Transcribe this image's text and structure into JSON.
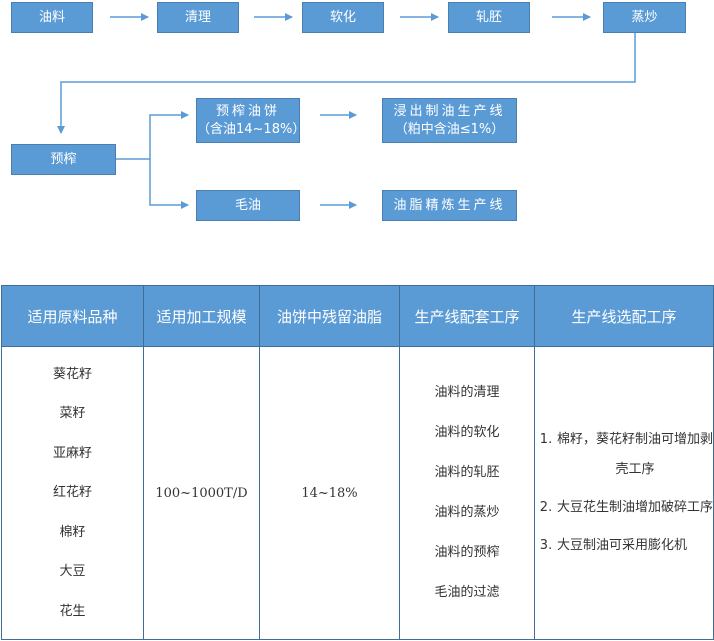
{
  "flow": {
    "top_row": [
      "油料",
      "清理",
      "软化",
      "轧胚",
      "蒸炒"
    ],
    "prepress": "预榨",
    "cake": {
      "line1": "预榨油饼",
      "line2": "（含油14~18%）"
    },
    "extraction": {
      "line1": "浸出制油生产线",
      "line2": "（粕中含油≤1%）"
    },
    "crude_oil": "毛油",
    "refining": "油脂精炼生产线"
  },
  "table": {
    "headers": [
      "适用原料品种",
      "适用加工规模",
      "油饼中残留油脂",
      "生产线配套工序",
      "生产线选配工序"
    ],
    "materials": [
      "葵花籽",
      "菜籽",
      "亚麻籽",
      "红花籽",
      "棉籽",
      "大豆",
      "花生"
    ],
    "scale": "100~1000T/D",
    "residual_oil": "14~18%",
    "processes": [
      "油料的清理",
      "油料的软化",
      "油料的轧胚",
      "油料的蒸炒",
      "油料的预榨",
      "毛油的过滤"
    ],
    "options": [
      {
        "num": "1.",
        "text": "棉籽，葵花籽制油可增加剥壳工序"
      },
      {
        "num": "2.",
        "text": "大豆花生制油增加破碎工序"
      },
      {
        "num": "3.",
        "text": "大豆制油可采用膨化机"
      }
    ]
  },
  "colors": {
    "box": "#5b9bd5",
    "arrow": "#5b9bd5",
    "border": "#3f6f99"
  }
}
